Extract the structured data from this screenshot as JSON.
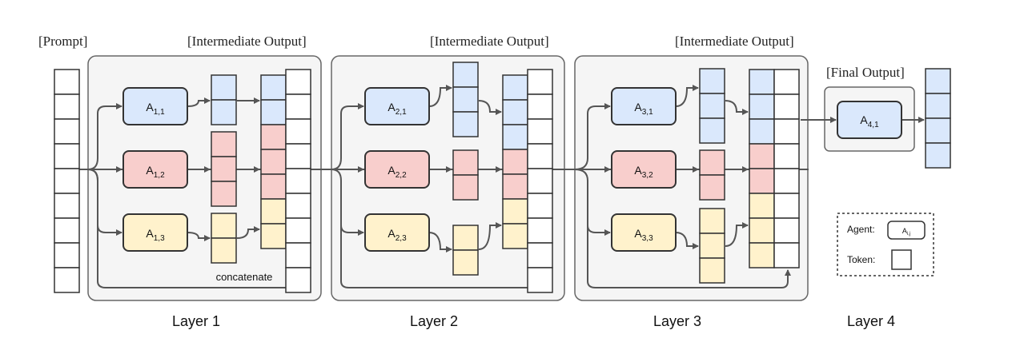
{
  "labels": {
    "prompt": "[Prompt]",
    "intermediate_output": "[Intermediate Output]",
    "final_output": "[Final Output]",
    "concatenate": "concatenate"
  },
  "layers": [
    "Layer 1",
    "Layer 2",
    "Layer 3",
    "Layer 4"
  ],
  "agents": [
    {
      "layer": "1",
      "index": "1",
      "kind": "blue"
    },
    {
      "layer": "1",
      "index": "2",
      "kind": "red"
    },
    {
      "layer": "1",
      "index": "3",
      "kind": "yellow"
    },
    {
      "layer": "2",
      "index": "1",
      "kind": "blue"
    },
    {
      "layer": "2",
      "index": "2",
      "kind": "red"
    },
    {
      "layer": "2",
      "index": "3",
      "kind": "yellow"
    },
    {
      "layer": "3",
      "index": "1",
      "kind": "blue"
    },
    {
      "layer": "3",
      "index": "2",
      "kind": "red"
    },
    {
      "layer": "3",
      "index": "3",
      "kind": "yellow"
    },
    {
      "layer": "4",
      "index": "1",
      "kind": "blue"
    }
  ],
  "legend": {
    "agent_label": "Agent:",
    "agent_symbol": "A",
    "agent_subscript": "i,j",
    "token_label": "Token:"
  },
  "colors": {
    "blue": "#dae8fc",
    "red": "#f8cecc",
    "yellow": "#fff2cc",
    "layer_box": "#f5f5f5",
    "stroke": "#333333"
  }
}
